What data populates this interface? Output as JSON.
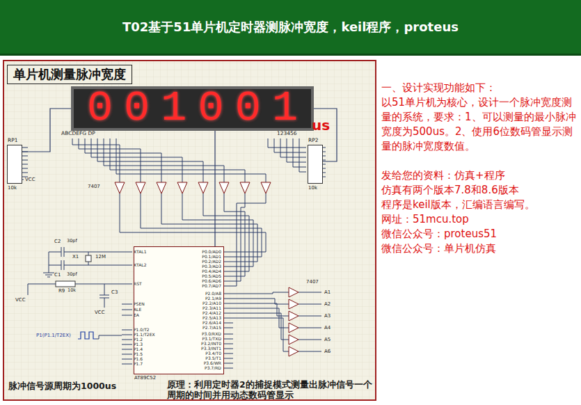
{
  "diagram": {
    "title": "T02基于51单片机定时器测脉冲宽度，keil程序，proteus",
    "nodes": [
      {
        "text": [
          "单片机测量脉冲宽度"
        ]
      },
      {
        "text": [
          "001001"
        ],
        "in": 0
      },
      {
        "text": [
          "AT89C52"
        ],
        "in": 0
      },
      {
        "text": [
          "RP1",
          "10k"
        ],
        "in": 0
      },
      {
        "text": [
          "RP2",
          "10k"
        ],
        "in": 0
      }
    ],
    "edges": [
      {
        "from": 3,
        "to": 1,
        "arrow": "none"
      },
      {
        "from": 4,
        "to": 1,
        "arrow": "none"
      },
      {
        "from": 2,
        "to": 1,
        "arrow": "none"
      }
    ],
    "labels": [
      "一、设计实现功能如下：",
      "以51单片机为核心，设计一个脉冲宽度测量的系统，要求：1、可以测量的最小脉冲宽度为500us。2、使用6位数码管显示测量的脉冲宽度数值。",
      "发给您的资料：仿真+程序",
      "仿真有两个版本7.8和8.6版本",
      "程序是keil版本，汇编语言编写。",
      "网址：51mcu.top",
      "微信公众号：proteus51",
      "微信公众号：单片机仿真",
      "ABCDEFG DP",
      "123456",
      "us",
      "VCC",
      "7407",
      "C2",
      "30pf",
      "C1",
      "30pf",
      "X1",
      "12M",
      "R9",
      "10k",
      "VCC",
      "C3",
      "VCC",
      "7407",
      "A1",
      "A2",
      "A3",
      "A4",
      "A5",
      "A6",
      "P1(P1.1/T2EX)",
      "脉冲信号源周期为1000us",
      "原理：利用定时器2的捕捉模式测量出脉冲信号一个周期的时间并用动态数码管显示",
      "XTAL1",
      "XTAL2",
      "RST",
      "PSEN",
      "ALE",
      "EA",
      "P1.0/T2",
      "P1.1/T2EX",
      "P1.2",
      "P1.3",
      "P1.4",
      "P1.5",
      "P1.6",
      "P1.7",
      "P0.0/AD0",
      "P0.1/AD1",
      "P0.2/AD2",
      "P0.3/AD3",
      "P0.4/AD4",
      "P0.5/AD5",
      "P0.6/AD6",
      "P0.7/AD7",
      "P2.0/A8",
      "P2.1/A9",
      "P2.2/A10",
      "P2.3/A11",
      "P2.4/A12",
      "P2.5/A13",
      "P2.6/A14",
      "P2.7/A15",
      "P3.0/RXD",
      "P3.1/TXD",
      "P3.2/INT0",
      "P3.3/INT1",
      "P3.4/T0",
      "P3.5/T1",
      "P3.6/WR",
      "P3.7/RD"
    ]
  }
}
